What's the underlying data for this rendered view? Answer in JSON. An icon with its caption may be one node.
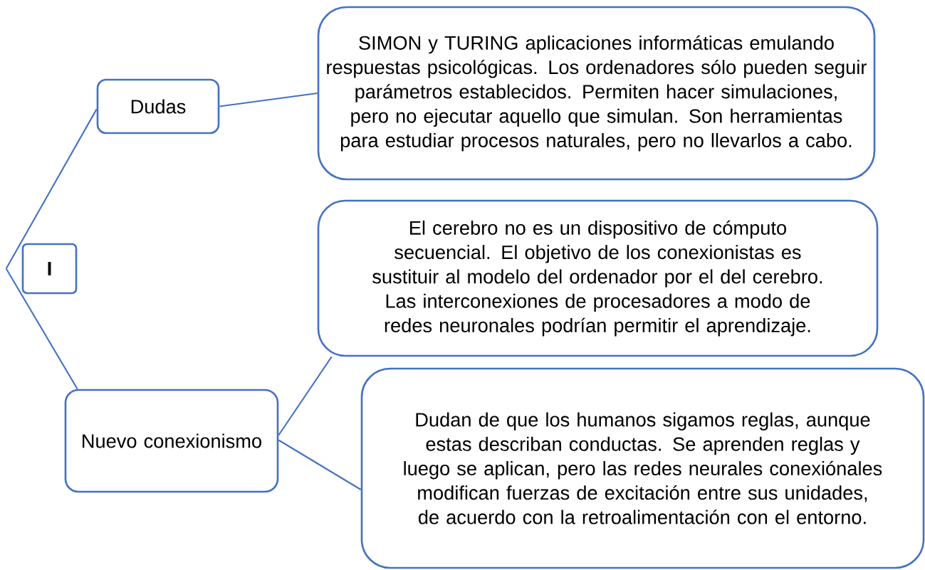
{
  "diagram": {
    "nodes": [
      {
        "text": [
          "I"
        ]
      },
      {
        "text": [
          "Dudas"
        ]
      },
      {
        "text": [
          "SIMON y TURING aplicaciones informáticas emulando respuestas psicológicas. Los ordenadores sólo pueden seguir parámetros establecidos. Permiten hacer simulaciones, pero no ejecutar aquello que simulan. Son herramientas para estudiar procesos naturales, pero no llevarlos a cabo."
        ]
      },
      {
        "text": [
          "Nuevo conexionismo"
        ]
      },
      {
        "text": [
          "El cerebro no es un dispositivo de cómputo secuencial. El objetivo de los conexionistas es sustituir al modelo del ordenador por el del cerebro. Las interconexiones de procesadores a modo de redes neuronales podrían permitir el aprendizaje."
        ]
      },
      {
        "text": [
          "Dudan de que los humanos sigamos reglas, aunque estas describan conductas. Se aprenden reglas y luego se aplican, pero las redes neurales conexiónales modifican fuerzas de excitación entre sus unidades, de acuerdo con la retroalimentación con el entorno."
        ]
      }
    ],
    "edges": [
      {
        "from": 0,
        "to": 1,
        "arrow": "none"
      },
      {
        "from": 0,
        "to": 3,
        "arrow": "none"
      },
      {
        "from": 1,
        "to": 2,
        "arrow": "none"
      },
      {
        "from": 3,
        "to": 4,
        "arrow": "none"
      },
      {
        "from": 3,
        "to": 5,
        "arrow": "none"
      }
    ]
  }
}
